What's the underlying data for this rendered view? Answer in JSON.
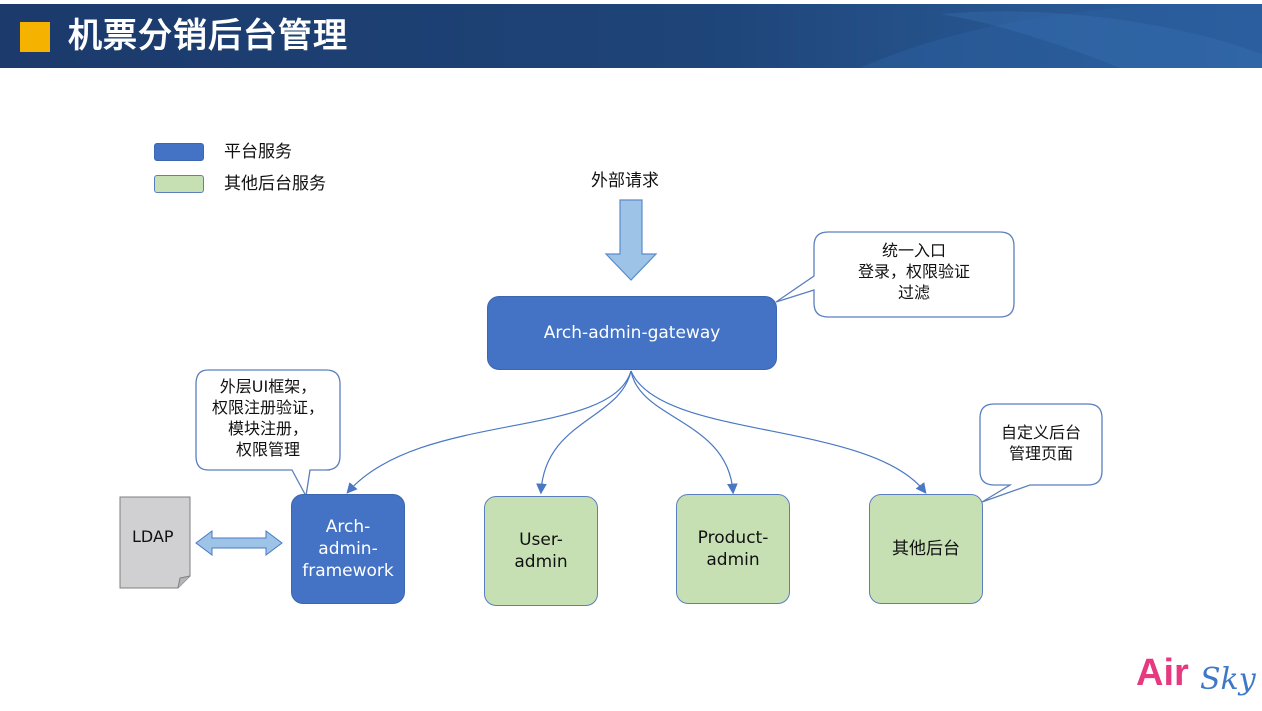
{
  "header": {
    "title": "机票分销后台管理"
  },
  "legend": [
    {
      "label": "平台服务",
      "color": "#4472c4"
    },
    {
      "label": "其他后台服务",
      "color": "#c6e0b4"
    }
  ],
  "external": {
    "label": "外部请求"
  },
  "nodes": {
    "gateway": {
      "lines": [
        "Arch-admin-gateway"
      ]
    },
    "framework": {
      "lines": [
        "Arch-",
        "admin-",
        "framework"
      ]
    },
    "user_admin": {
      "lines": [
        "User-",
        "admin"
      ]
    },
    "product_admin": {
      "lines": [
        "Product-",
        "admin"
      ]
    },
    "other_admin": {
      "lines": [
        "其他后台"
      ]
    },
    "ldap": {
      "label": "LDAP"
    }
  },
  "callouts": {
    "gateway_note": [
      "统一入口",
      "登录，权限验证",
      "过滤"
    ],
    "framework_note": [
      "外层UI框架，",
      "权限注册验证，",
      "模块注册，",
      "权限管理"
    ],
    "other_note": [
      "自定义后台",
      "管理页面"
    ]
  },
  "logo": {
    "air": "Air",
    "sky": "Sky"
  },
  "colors": {
    "header_bg": "#1e4478",
    "accent": "#f5b300",
    "platform": "#4472c4",
    "other": "#c6e0b4",
    "arrow": "#9dc3e6",
    "logo_air": "#e6397f",
    "logo_sky": "#3f78c6"
  }
}
